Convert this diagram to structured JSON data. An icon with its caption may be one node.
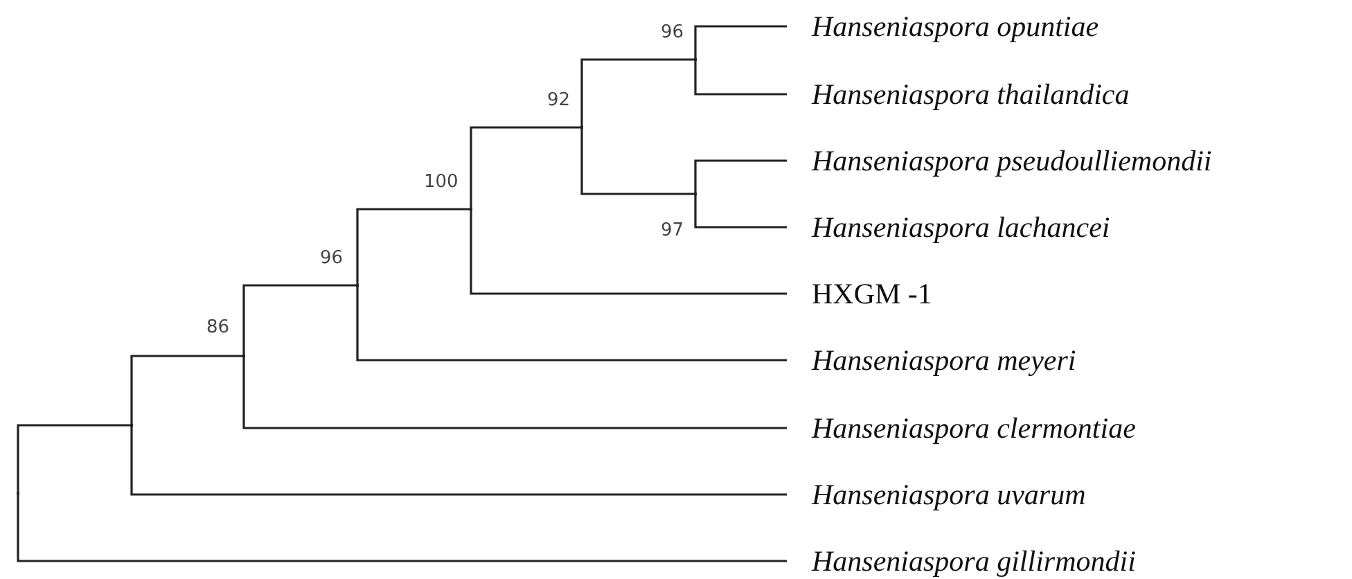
{
  "diagram": {
    "nodes": [
      {
        "text": [
          "Hanseniaspora opuntiae"
        ]
      },
      {
        "text": [
          "Hanseniaspora thailandica"
        ]
      },
      {
        "text": [
          "Hanseniaspora pseudoulliemondii"
        ]
      },
      {
        "text": [
          "Hanseniaspora lachancei"
        ]
      },
      {
        "text": [
          "HXGM -1"
        ]
      },
      {
        "text": [
          "Hanseniaspora meyeri"
        ]
      },
      {
        "text": [
          "Hanseniaspora clermontiae"
        ]
      },
      {
        "text": [
          "Hanseniaspora uvarum"
        ]
      },
      {
        "text": [
          "Hanseniaspora gillirmondii"
        ]
      },
      {
        "text": [],
        "shape": "point"
      },
      {
        "text": [],
        "shape": "point"
      },
      {
        "text": [],
        "shape": "point",
        "beside": [
          "86"
        ]
      },
      {
        "text": [],
        "shape": "point",
        "beside": [
          "96"
        ]
      },
      {
        "text": [],
        "shape": "point",
        "beside": [
          "100"
        ]
      },
      {
        "text": [],
        "shape": "point",
        "beside": [
          "92"
        ]
      },
      {
        "text": [],
        "shape": "point",
        "beside": [
          "96"
        ]
      },
      {
        "text": [],
        "shape": "point",
        "beside": [
          "97"
        ]
      }
    ],
    "edges": [
      {
        "from": 9,
        "to": 10,
        "arrow": "none"
      },
      {
        "from": 9,
        "to": 8,
        "arrow": "none"
      },
      {
        "from": 10,
        "to": 11,
        "arrow": "none"
      },
      {
        "from": 10,
        "to": 7,
        "arrow": "none"
      },
      {
        "from": 11,
        "to": 12,
        "arrow": "none"
      },
      {
        "from": 11,
        "to": 6,
        "arrow": "none"
      },
      {
        "from": 12,
        "to": 13,
        "arrow": "none"
      },
      {
        "from": 12,
        "to": 5,
        "arrow": "none"
      },
      {
        "from": 13,
        "to": 14,
        "arrow": "none"
      },
      {
        "from": 13,
        "to": 4,
        "arrow": "none"
      },
      {
        "from": 14,
        "to": 15,
        "arrow": "none"
      },
      {
        "from": 14,
        "to": 16,
        "arrow": "none"
      },
      {
        "from": 15,
        "to": 0,
        "arrow": "none"
      },
      {
        "from": 15,
        "to": 1,
        "arrow": "none"
      },
      {
        "from": 16,
        "to": 2,
        "arrow": "none"
      },
      {
        "from": 16,
        "to": 3,
        "arrow": "none"
      }
    ]
  }
}
